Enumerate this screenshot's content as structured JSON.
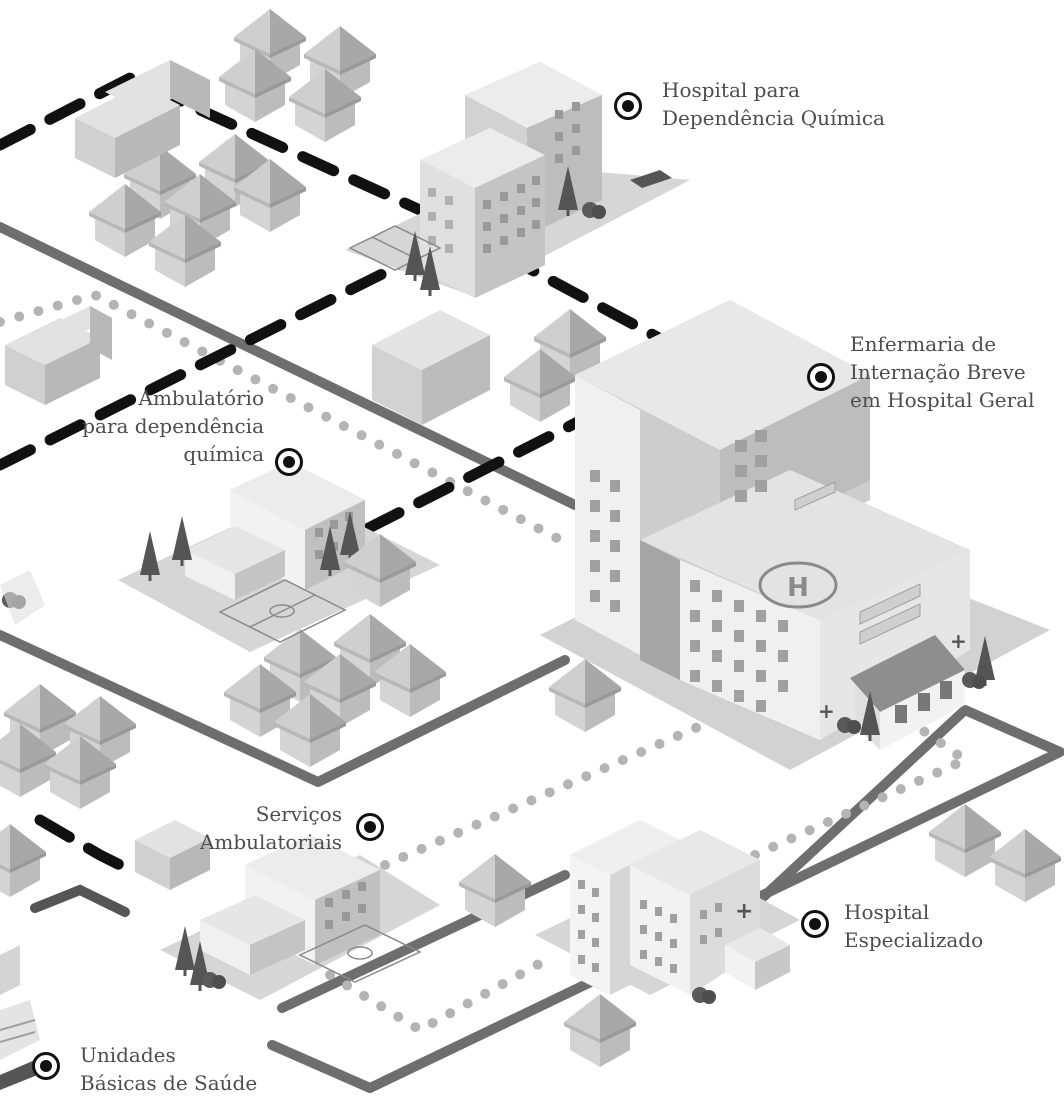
{
  "facilities": [
    {
      "id": "hospital-dependencia",
      "lines": [
        "Hospital para",
        "Dependência Química"
      ]
    },
    {
      "id": "enfermaria",
      "lines": [
        "Enfermaria de",
        "Internação Breve",
        "em Hospital Geral"
      ]
    },
    {
      "id": "ambulatorio",
      "lines": [
        "Ambulatório",
        "para dependência",
        "química"
      ]
    },
    {
      "id": "servicos",
      "lines": [
        "Serviços",
        "Ambulatoriais"
      ]
    },
    {
      "id": "hospital-especializado",
      "lines": [
        "Hospital",
        "Especializado"
      ]
    },
    {
      "id": "ubs",
      "lines": [
        "Unidades",
        "Básicas de Saúde"
      ]
    }
  ],
  "colors": {
    "road": "#6e6e6e",
    "dashed_route": "#111111",
    "dotted_route": "#b4b4b4",
    "building_top": "#e6e6e6",
    "building_left": "#d2d2d2",
    "building_right": "#bdbdbd",
    "roof_light": "#c8c8c8",
    "roof_dark": "#9a9a9a",
    "lot": "#d6d6d6",
    "tree": "#555555"
  }
}
